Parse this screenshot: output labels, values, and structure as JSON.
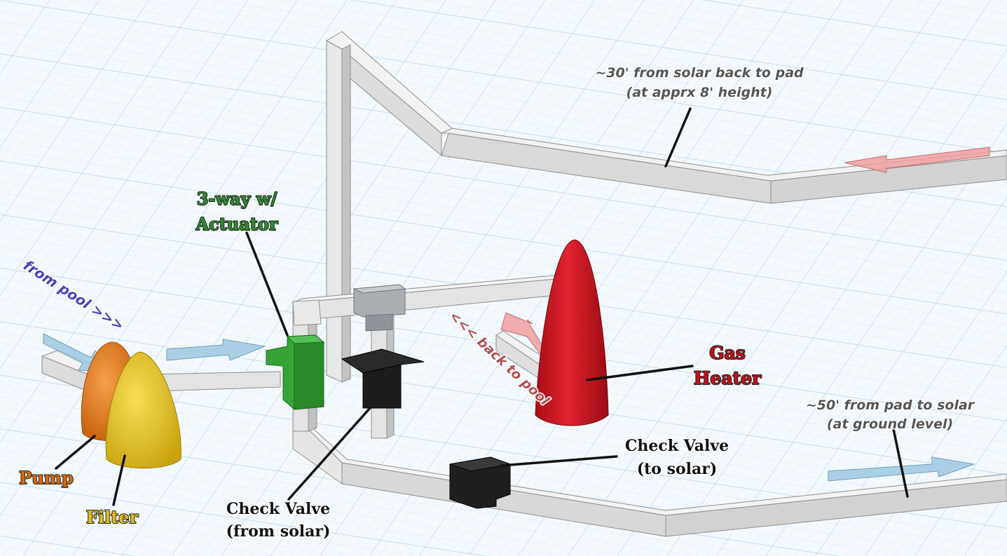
{
  "labels": {
    "three_way": [
      "3-way w/",
      "Actuator"
    ],
    "from_pool": "from pool >>>",
    "back_to_pool": "<<< back to pool",
    "gas_heater": [
      "Gas",
      "Heater"
    ],
    "check_valve_from_solar": [
      "Check Valve",
      "(from solar)"
    ],
    "check_valve_to_solar": [
      "Check Valve",
      "(to solar)"
    ],
    "pump": "Pump",
    "filter": "Filter",
    "return_run": [
      "~30' from solar back to pad",
      "(at apprx 8' height)"
    ],
    "supply_run": [
      "~50' from pad to solar",
      "(at ground level)"
    ]
  },
  "colors": {
    "pipe": "#e6e6e6",
    "pipe_dark": "#b4b4b4",
    "pump": "#e87a1a",
    "filter": "#e8c41a",
    "three_way": "#2f9b2f",
    "heater": "#c8141e",
    "check_valve": "#1a1a1a",
    "tee": "#9aa0a6",
    "arrow_blue": "#9ec9e0",
    "arrow_red": "#f0a0a0",
    "three_way_text": "#2e8b2e",
    "heater_text": "#c0101a",
    "pump_text": "#d66a10",
    "filter_text": "#e0c020",
    "from_pool_text": "#4444bb",
    "back_to_pool_text": "#b05050"
  }
}
